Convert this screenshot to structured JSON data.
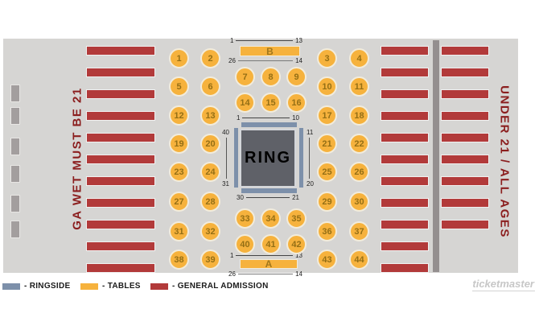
{
  "colors": {
    "ringside": "#7d90aa",
    "tables": "#f6b23d",
    "ga": "#b23a3a",
    "ring_fill": "#5f6168",
    "dark_red_text": "#8b1e1e",
    "divider": "#948f8f",
    "standing": "#a39e9e",
    "panel_bg": "#d6d5d3"
  },
  "texts": {
    "left_rule": "GA WET MUST BE 21",
    "right_rule": "UNDER 21 / ALL AGES",
    "ring": "RING"
  },
  "section_b": {
    "label": "B",
    "row1_left": "1",
    "row1_right": "13",
    "row2_left": "26",
    "row2_right": "14"
  },
  "section_a": {
    "label": "A",
    "row1_left": "1",
    "row1_right": "13",
    "row2_left": "26",
    "row2_right": "14"
  },
  "ring_ticks": {
    "top_left": "1",
    "top_right": "10",
    "bottom_left": "30",
    "bottom_right": "21",
    "left_top": "40",
    "left_bottom": "31",
    "right_top": "11",
    "right_bottom": "20"
  },
  "tables": {
    "left_rows": [
      [
        "1",
        "2"
      ],
      [
        "5",
        "6"
      ],
      [
        "12",
        "13"
      ],
      [
        "19",
        "20"
      ],
      [
        "23",
        "24"
      ],
      [
        "27",
        "28"
      ],
      [
        "31",
        "32"
      ],
      [
        "38",
        "39"
      ]
    ],
    "right_rows": [
      [
        "3",
        "4"
      ],
      [
        "10",
        "11"
      ],
      [
        "17",
        "18"
      ],
      [
        "21",
        "22"
      ],
      [
        "25",
        "26"
      ],
      [
        "29",
        "30"
      ],
      [
        "36",
        "37"
      ],
      [
        "43",
        "44"
      ]
    ],
    "middle_top_rows": [
      [
        "7",
        "8",
        "9"
      ],
      [
        "14",
        "15",
        "16"
      ]
    ],
    "middle_bottom_rows": [
      [
        "33",
        "34",
        "35"
      ],
      [
        "40",
        "41",
        "42"
      ]
    ]
  },
  "ga_rows": {
    "left_count": 11,
    "right_inner_count": 11,
    "right_outer_count": 9,
    "standing_count": 6
  },
  "legend": [
    {
      "name": "ringside",
      "label": "- RINGSIDE"
    },
    {
      "name": "tables",
      "label": "- TABLES"
    },
    {
      "name": "general-admission",
      "label": "- GENERAL ADMISSION"
    }
  ],
  "branding": {
    "logo": "ticketmaster"
  }
}
